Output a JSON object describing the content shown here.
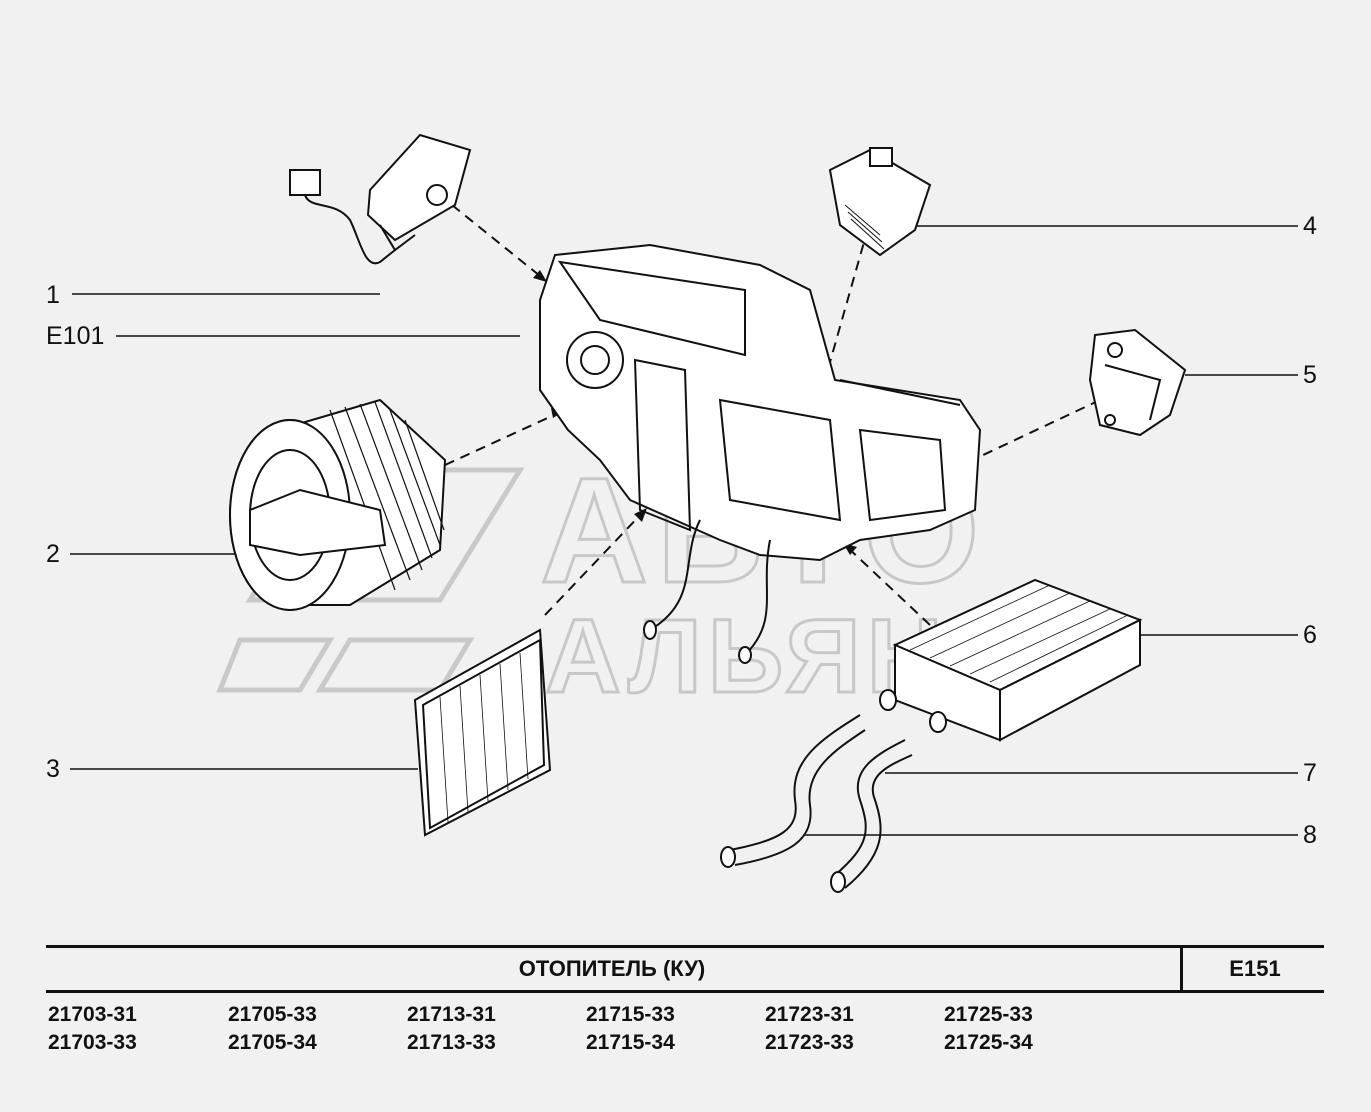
{
  "title": "ОТОПИТЕЛЬ (КУ)",
  "code": "E151",
  "watermark": {
    "line1": "АВТО",
    "line2": "АЛЬЯНС"
  },
  "callouts": [
    "1",
    "E101",
    "2",
    "3",
    "4",
    "5",
    "6",
    "7",
    "8"
  ],
  "models": [
    [
      "21703-31",
      "21703-33"
    ],
    [
      "21705-33",
      "21705-34"
    ],
    [
      "21713-31",
      "21713-33"
    ],
    [
      "21715-33",
      "21715-34"
    ],
    [
      "21723-31",
      "21723-33"
    ],
    [
      "21725-33",
      "21725-34"
    ]
  ]
}
